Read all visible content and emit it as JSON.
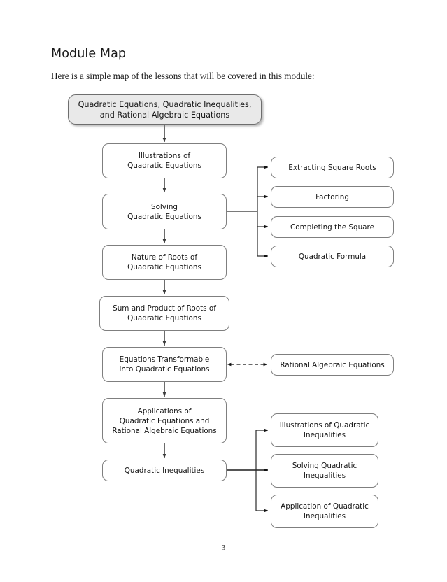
{
  "page": {
    "title": "Module Map",
    "intro": "Here is a simple map of the lessons that will be covered in this module:",
    "page_number": "3",
    "background_color": "#ffffff",
    "text_color": "#1a1a1a"
  },
  "diagram": {
    "type": "flowchart",
    "orientation": "top-to-bottom with right-side branches",
    "node_border_color": "#7f7f7f",
    "node_fill_color": "#ffffff",
    "root_fill_color": "#e9e9e9",
    "edge_color": "#3b3b3b",
    "nodes": {
      "root": "Quadratic Equations, Quadratic Inequalities,\nand Rational Algebraic Equations",
      "illustrations_qe": "Illustrations of\nQuadratic Equations",
      "solving_qe": "Solving\nQuadratic Equations",
      "nature_roots": "Nature of Roots of\nQuadratic Equations",
      "sum_product": "Sum and Product of Roots of\nQuadratic Equations",
      "transformable": "Equations Transformable\ninto Quadratic Equations",
      "applications": "Applications of\nQuadratic Equations and\nRational Algebraic Equations",
      "quadratic_inequalities": "Quadratic Inequalities",
      "extracting_square_roots": "Extracting Square Roots",
      "factoring": "Factoring",
      "completing_square": "Completing the Square",
      "quadratic_formula": "Quadratic Formula",
      "rational_algebraic_equations": "Rational Algebraic Equations",
      "illustrations_qi": "Illustrations of Quadratic\nInequalities",
      "solving_qi": "Solving Quadratic\nInequalities",
      "application_qi": "Application of Quadratic\nInequalities"
    },
    "main_sequence": [
      "root",
      "illustrations_qe",
      "solving_qe",
      "nature_roots",
      "sum_product",
      "transformable",
      "applications",
      "quadratic_inequalities"
    ],
    "branches": [
      {
        "from": "solving_qe",
        "style": "solid-arrow",
        "to": [
          "extracting_square_roots",
          "factoring",
          "completing_square",
          "quadratic_formula"
        ]
      },
      {
        "from": "transformable",
        "style": "dashed-double-arrow",
        "to": [
          "rational_algebraic_equations"
        ]
      },
      {
        "from": "quadratic_inequalities",
        "style": "solid-arrow",
        "to": [
          "illustrations_qi",
          "solving_qi",
          "application_qi"
        ]
      }
    ]
  }
}
